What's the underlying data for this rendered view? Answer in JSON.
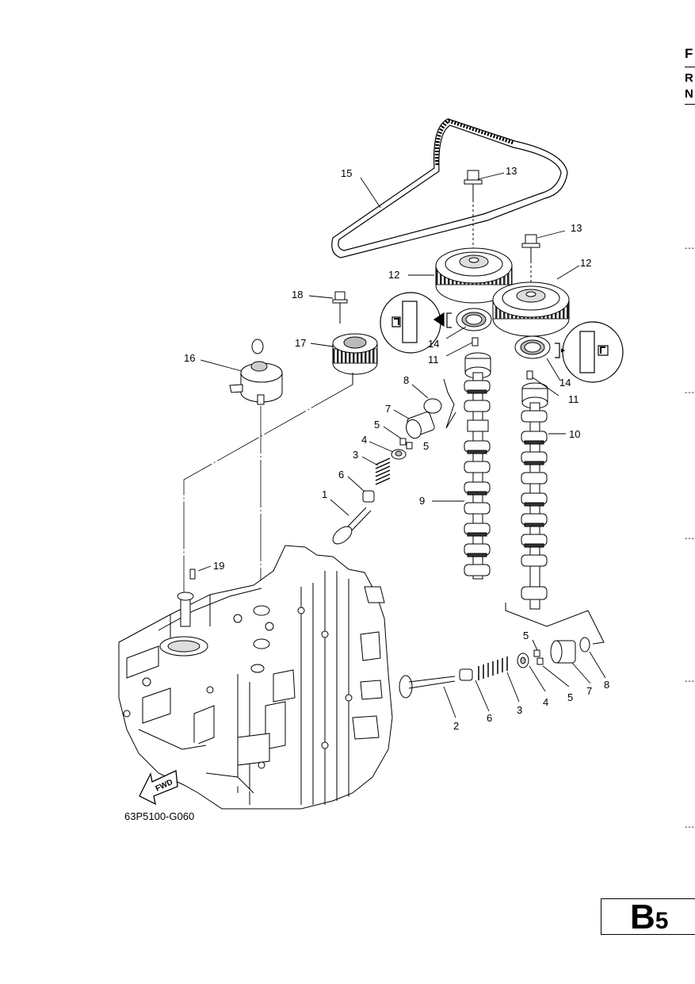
{
  "diagram_code": "63P5100-G060",
  "fwd_label": "FWD",
  "page_badge": {
    "letter": "B",
    "number": "5"
  },
  "edge_letters": [
    "F",
    "R",
    "N"
  ],
  "callouts": [
    "1",
    "2",
    "3",
    "3",
    "4",
    "4",
    "5",
    "5",
    "5",
    "5",
    "6",
    "6",
    "7",
    "7",
    "8",
    "8",
    "9",
    "10",
    "11",
    "11",
    "12",
    "12",
    "13",
    "13",
    "14",
    "14",
    "15",
    "16",
    "17",
    "18",
    "19"
  ]
}
